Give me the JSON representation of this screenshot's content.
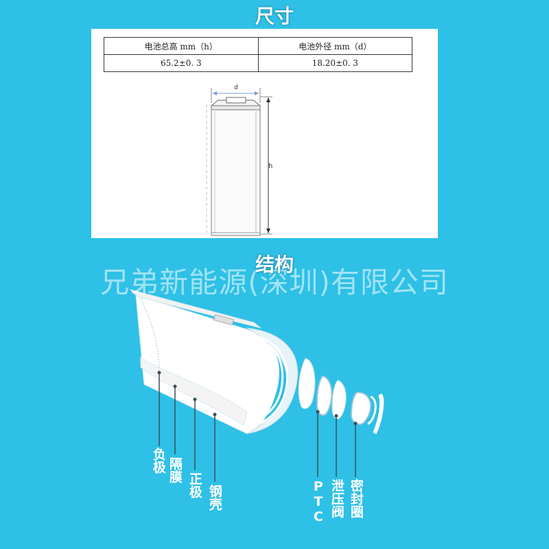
{
  "headings": {
    "size": "尺寸",
    "structure": "结构"
  },
  "spec_table": {
    "headers": [
      "电池总高 mm（h）",
      "电池外径 mm（d）"
    ],
    "values": [
      "65.2±0. 3",
      "18.20±0. 3"
    ]
  },
  "drawing": {
    "diameter_label": "d",
    "height_label": "h"
  },
  "watermark": "兄弟新能源(深圳)有限公司",
  "parts": {
    "negative": "负极",
    "separator": "隔膜",
    "positive": "正极",
    "steel_case": "钢壳",
    "ptc": "PTC",
    "vent": "泄压阀",
    "gasket": "密封圈"
  },
  "colors": {
    "background": "#2ec0e6",
    "text": "#ffffff"
  }
}
